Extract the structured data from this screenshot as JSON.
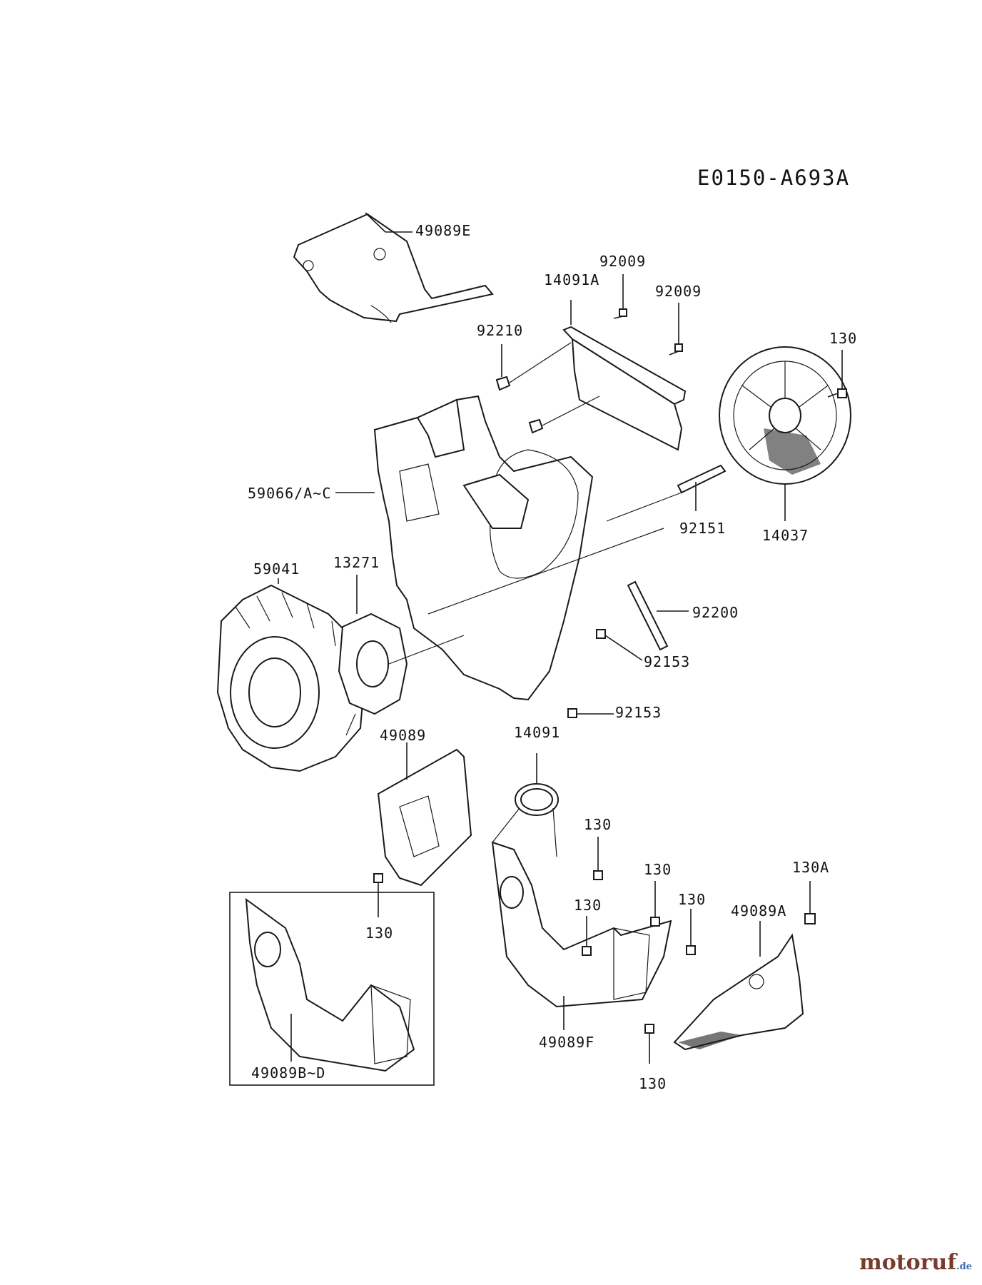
{
  "diagram_id": "E0150-A693A",
  "watermark": {
    "main": "motoruf",
    "tld": ".de"
  },
  "labels": {
    "p49089E": "49089E",
    "p92009a": "92009",
    "p14091A": "14091A",
    "p92009b": "92009",
    "p92210": "92210",
    "p130a": "130",
    "p59066": "59066/A~C",
    "p92151": "92151",
    "p14037": "14037",
    "p59041": "59041",
    "p13271": "13271",
    "p92200": "92200",
    "p92153a": "92153",
    "p92153b": "92153",
    "p49089": "49089",
    "p14091": "14091",
    "p130b": "130",
    "p130c": "130",
    "p130A": "130A",
    "p130d": "130",
    "p130e": "130",
    "p130f": "130",
    "p49089A": "49089A",
    "p49089F": "49089F",
    "p49089BD": "49089B~D",
    "p130g": "130"
  }
}
